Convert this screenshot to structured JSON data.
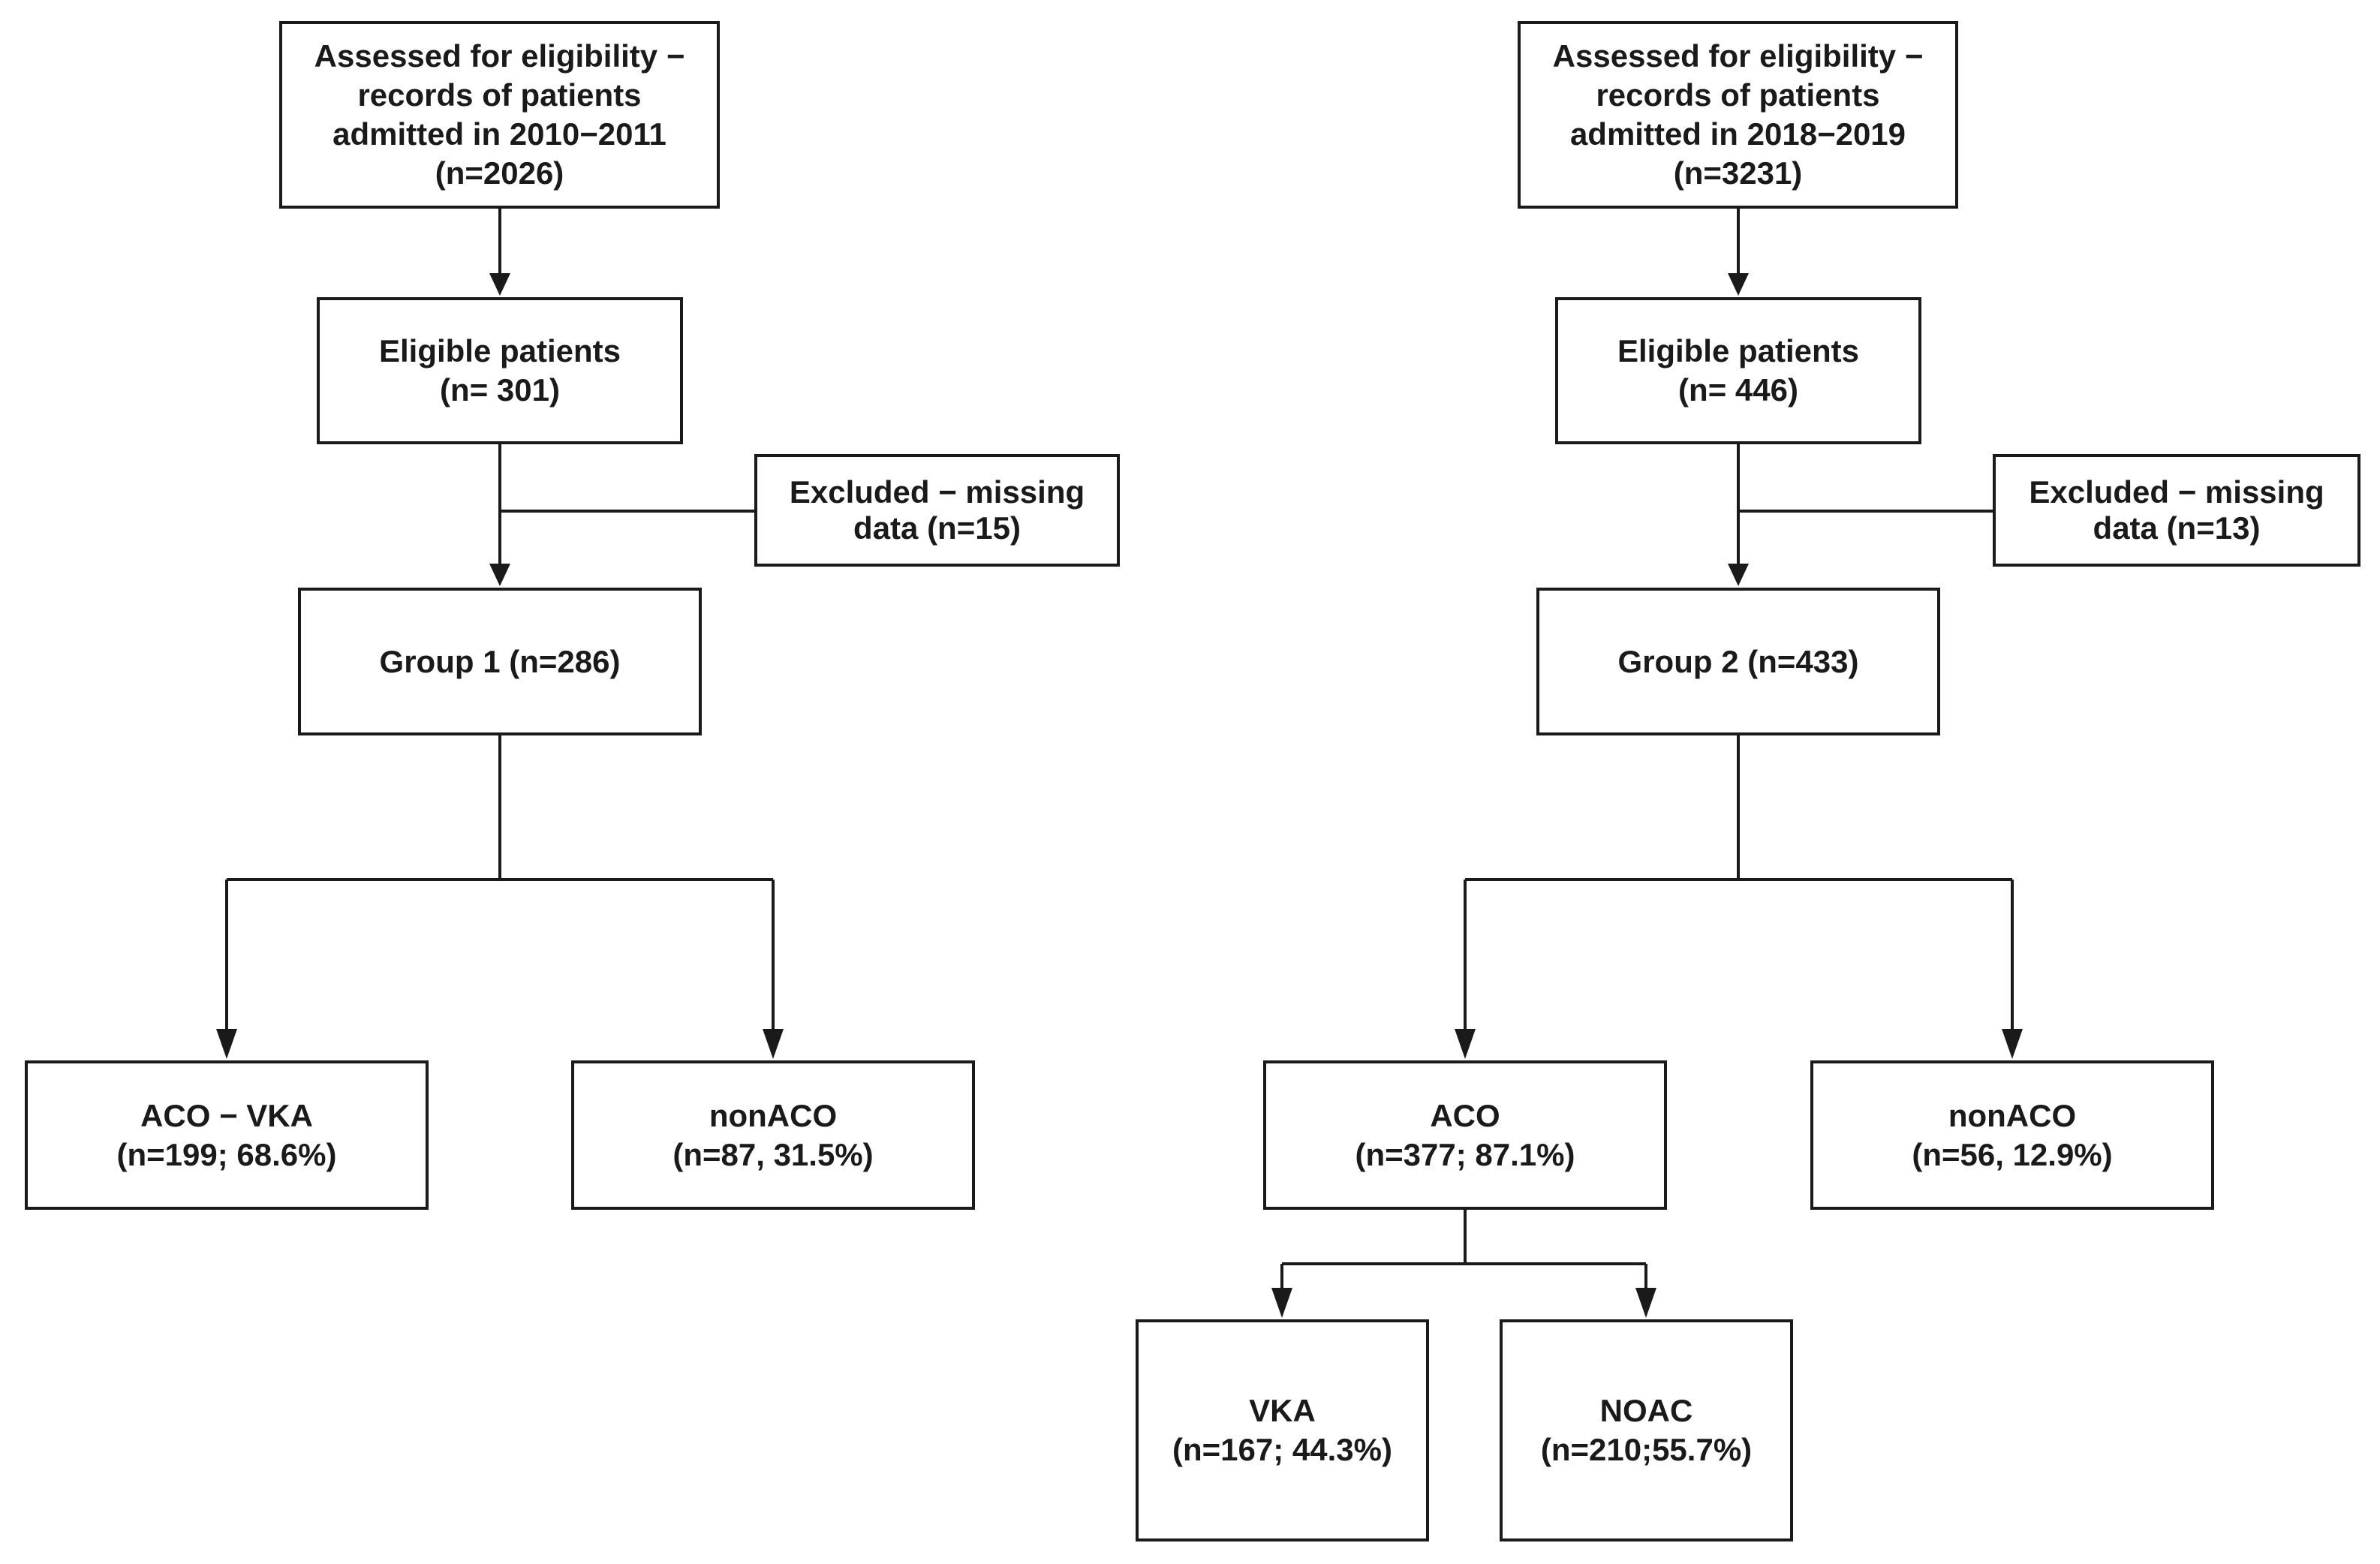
{
  "left_flow": {
    "assessed": [
      "Assessed for eligibility −",
      "records of patients",
      "admitted in 2010−2011",
      "(n=2026)"
    ],
    "eligible": [
      "Eligible patients",
      "(n= 301)"
    ],
    "excluded": [
      "Excluded − missing",
      "data (n=15)"
    ],
    "group": [
      "Group 1 (n=286)"
    ],
    "aco": [
      "ACO − VKA",
      "(n=199; 68.6%)"
    ],
    "nonaco": [
      "nonACO",
      "(n=87, 31.5%)"
    ]
  },
  "right_flow": {
    "assessed": [
      "Assessed for eligibility −",
      "records of patients",
      "admitted in 2018−2019",
      "(n=3231)"
    ],
    "eligible": [
      "Eligible patients",
      "(n= 446)"
    ],
    "excluded": [
      "Excluded − missing",
      "data (n=13)"
    ],
    "group": [
      "Group 2 (n=433)"
    ],
    "aco": [
      "ACO",
      "(n=377; 87.1%)"
    ],
    "nonaco": [
      "nonACO",
      "(n=56, 12.9%)"
    ],
    "vka": [
      "VKA",
      "(n=167; 44.3%)"
    ],
    "noac": [
      "NOAC",
      "(n=210;55.7%)"
    ]
  },
  "colors": {
    "stroke": "#1a1a1a",
    "background": "#ffffff"
  }
}
